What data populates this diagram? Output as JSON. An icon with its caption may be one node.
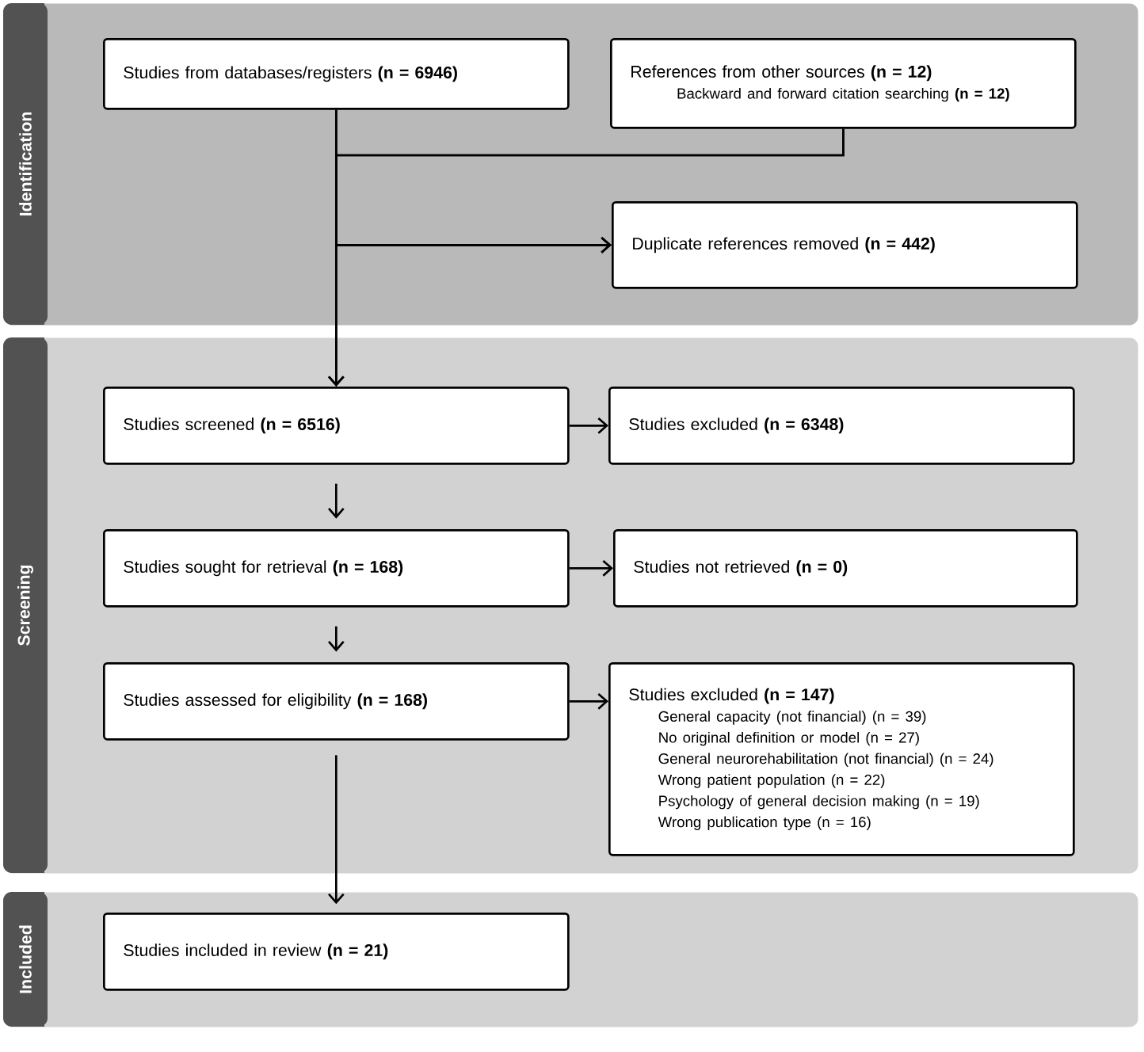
{
  "diagram": {
    "nodes": [
      {
        "text": [
          "Identification"
        ]
      },
      {
        "text": [
          "Studies from databases/registers **(n = 6946)**"
        ],
        "in": 0
      },
      {
        "text": [
          "References from other sources **(n = 12)**",
          "Backward and forward citation searching **(n = 12)**"
        ],
        "in": 0
      },
      {
        "text": [
          "Duplicate references removed **(n = 442)**"
        ],
        "in": 0
      },
      {
        "text": [
          "Screening"
        ]
      },
      {
        "text": [
          "Studies screened **(n = 6516)**"
        ],
        "in": 4
      },
      {
        "text": [
          "Studies excluded **(n = 6348)**"
        ],
        "in": 4
      },
      {
        "text": [
          "Studies sought for retrieval **(n = 168)**"
        ],
        "in": 4
      },
      {
        "text": [
          "Studies not retrieved **(n = 0)**"
        ],
        "in": 4
      },
      {
        "text": [
          "Studies assessed for eligibility **(n = 168)**"
        ],
        "in": 4
      },
      {
        "text": [
          "Studies excluded **(n = 147)**",
          "General capacity (not financial) (n = 39)",
          "No original definition or model (n = 27)",
          "General neurorehabilitation (not financial) (n = 24)",
          "Wrong patient population (n = 22)",
          "Psychology of general decision making (n = 19)",
          "Wrong publication type (n = 16)"
        ],
        "in": 4
      },
      {
        "text": [
          "Included"
        ]
      },
      {
        "text": [
          "Studies included in review **(n = 21)**"
        ],
        "in": 11
      }
    ],
    "edges": [
      {
        "from": 1,
        "to": 5,
        "arrow": "to"
      },
      {
        "from": 2,
        "to": 5,
        "arrow": "to"
      },
      {
        "from": 1,
        "to": 3,
        "arrow": "to"
      },
      {
        "from": 2,
        "to": 3,
        "arrow": "to"
      },
      {
        "from": 5,
        "to": 6,
        "arrow": "to"
      },
      {
        "from": 5,
        "to": 7,
        "arrow": "to"
      },
      {
        "from": 7,
        "to": 8,
        "arrow": "to"
      },
      {
        "from": 7,
        "to": 9,
        "arrow": "to"
      },
      {
        "from": 9,
        "to": 10,
        "arrow": "to"
      },
      {
        "from": 9,
        "to": 12,
        "arrow": "to"
      }
    ]
  }
}
